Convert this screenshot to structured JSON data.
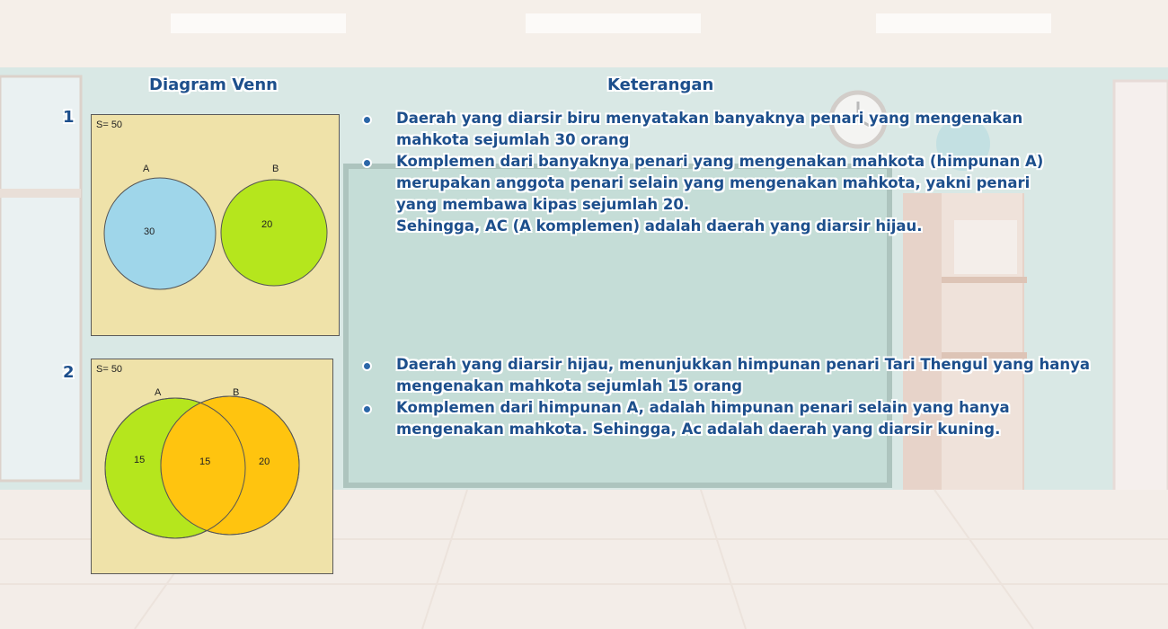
{
  "headings": {
    "venn": "Diagram Venn",
    "notes": "Keterangan"
  },
  "colors": {
    "blue_fill": "#9fd6ea",
    "green_fill": "#b5e61d",
    "yellow_fill": "#ffc40f",
    "box_fill": "#efe2a9",
    "heading": "#1d4f8c"
  },
  "items": [
    {
      "number": "1",
      "venn": {
        "universe": "S= 50",
        "set_a": "A",
        "set_b": "B",
        "a_value": "30",
        "b_value": "20"
      },
      "notes": [
        "Daerah yang diarsir biru menyatakan banyaknya penari yang mengenakan\nmahkota sejumlah 30 orang",
        "Komplemen dari banyaknya penari yang mengenakan mahkota (himpunan A)\nmerupakan anggota penari selain yang mengenakan mahkota, yakni penari\nyang membawa kipas sejumlah 20.\nSehingga, AC (A komplemen) adalah daerah yang diarsir hijau."
      ]
    },
    {
      "number": "2",
      "venn": {
        "universe": "S= 50",
        "set_a": "A",
        "set_b": "B",
        "a_only_value": "15",
        "intersection_value": "15",
        "b_only_value": "20"
      },
      "notes": [
        "Daerah yang diarsir hijau, menunjukkan himpunan penari Tari Thengul yang hanya\nmengenakan mahkota sejumlah 15 orang",
        "Komplemen dari himpunan A, adalah himpunan penari selain yang hanya\nmengenakan mahkota. Sehingga, Ac adalah daerah yang diarsir kuning."
      ]
    }
  ]
}
